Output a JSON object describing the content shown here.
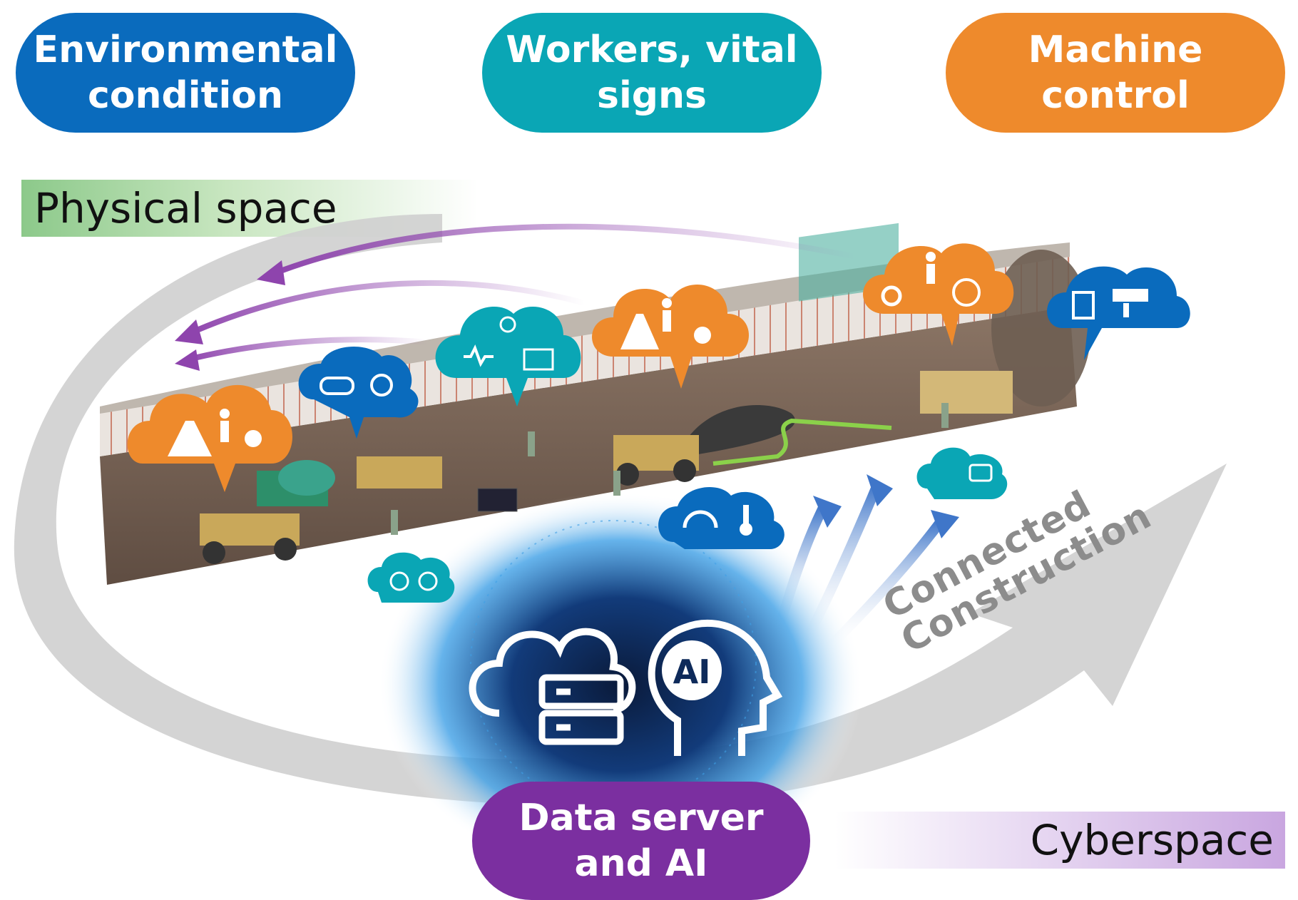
{
  "labels": {
    "environmental": [
      "Environmental",
      "condition"
    ],
    "workers": [
      "Workers, vital",
      "signs"
    ],
    "machine": [
      "Machine",
      "control"
    ],
    "data_server": [
      "Data server",
      "and AI"
    ],
    "physical_space": "Physical space",
    "cyberspace": "Cyberspace",
    "connected_construction": [
      "Connected",
      "Construction"
    ],
    "ai_head": "AI"
  },
  "colors": {
    "environmental": "#0a6bbd",
    "workers": "#0aa6b5",
    "machine": "#ee8a2c",
    "data_server": "#7b2fa0",
    "physical_band": "#8cc98a",
    "cyber_band": "#c9a6e0",
    "flow_arrow": "#c7c7c7",
    "purple_arrow": "#9b59b6",
    "blue_arrow": "#3f76c9"
  },
  "icons": [
    "road-icon",
    "person-icon",
    "location-pin-icon",
    "goggles-icon",
    "virus-icon",
    "heart-pulse-icon",
    "lightbulb-icon",
    "id-card-icon",
    "gears-icon",
    "radar-icon",
    "document-chart-icon",
    "camera-icon",
    "gauge-icon",
    "thermometer-icon",
    "face-icon",
    "cloud-icon",
    "server-icon",
    "ai-head-icon"
  ]
}
